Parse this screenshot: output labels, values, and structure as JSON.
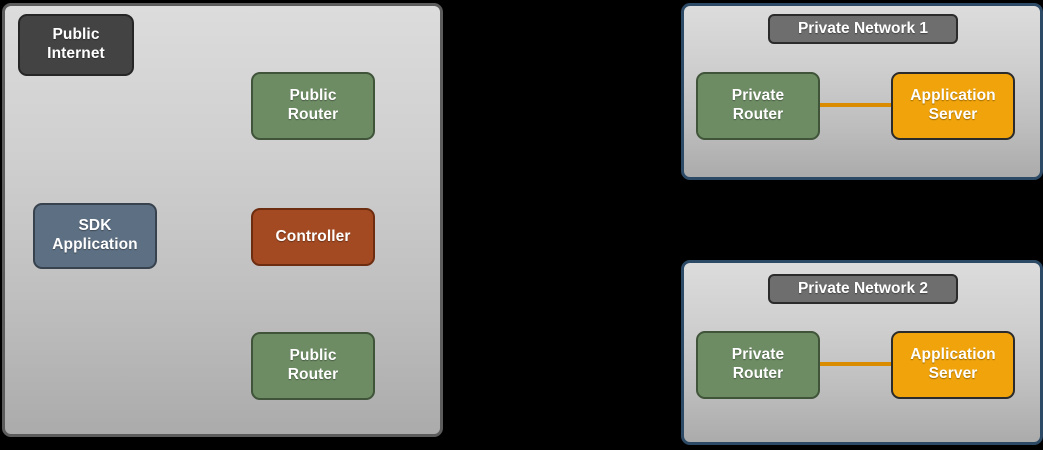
{
  "diagram": {
    "background_color": "#000000",
    "zones": [
      {
        "id": "public-cloud",
        "name": "public-cloud-zone",
        "title": "",
        "border_color": "#5c5c5c",
        "fill_top": "#dcdcdc",
        "fill_bottom": "#ababab"
      },
      {
        "id": "private-network-1",
        "name": "private-network-1-zone",
        "title": "Private Network 1",
        "border_color": "#2c4a66",
        "fill_top": "#dcdcdc",
        "fill_bottom": "#ababab"
      },
      {
        "id": "private-network-2",
        "name": "private-network-2-zone",
        "title": "Private Network 2",
        "border_color": "#2c4a66",
        "fill_top": "#dcdcdc",
        "fill_bottom": "#ababab"
      }
    ],
    "nodes": {
      "public_internet": {
        "label": "Public\nInternet",
        "color": "#434343",
        "border": "#262626"
      },
      "public_router_top": {
        "label": "Public\nRouter",
        "color": "#6d8c64",
        "border": "#3f5438"
      },
      "sdk_application": {
        "label": "SDK\nApplication",
        "color": "#5d6f82",
        "border": "#37424e"
      },
      "controller": {
        "label": "Controller",
        "color": "#a34a22",
        "border": "#6d2d10"
      },
      "public_router_bottom": {
        "label": "Public\nRouter",
        "color": "#6d8c64",
        "border": "#3f5438"
      },
      "private_router_1": {
        "label": "Private\nRouter",
        "color": "#6d8c64",
        "border": "#3f5438"
      },
      "application_server_1": {
        "label": "Application\nServer",
        "color": "#f0a30a",
        "border": "#2b2b2b"
      },
      "private_router_2": {
        "label": "Private\nRouter",
        "color": "#6d8c64",
        "border": "#3f5438"
      },
      "application_server_2": {
        "label": "Application\nServer",
        "color": "#f0a30a",
        "border": "#2b2b2b"
      }
    },
    "links": [
      {
        "name": "link-private-router-1-to-application-server-1",
        "from": "private_router_1",
        "to": "application_server_1",
        "color": "#d98c00"
      },
      {
        "name": "link-private-router-2-to-application-server-2",
        "from": "private_router_2",
        "to": "application_server_2",
        "color": "#d98c00"
      }
    ]
  }
}
